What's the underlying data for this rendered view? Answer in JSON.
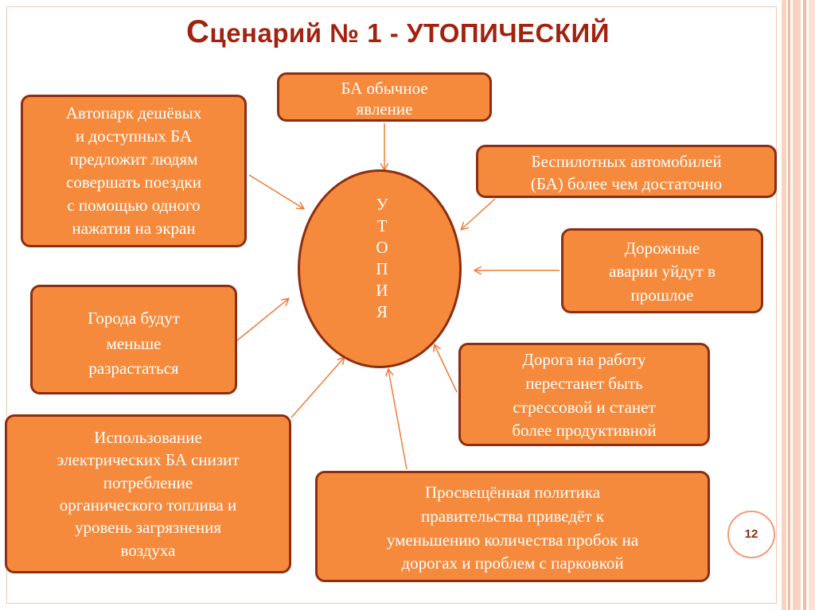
{
  "slide": {
    "title_first": "С",
    "title_rest": "ценарий № 1 - УТОПИЧЕСКИЙ",
    "page_number": "12"
  },
  "center": {
    "letters": [
      "У",
      "Т",
      "О",
      "П",
      "И",
      "Я"
    ]
  },
  "boxes": {
    "top": [
      "БА обычное",
      "явление"
    ],
    "fleet": [
      "Автопарк дешёвых",
      "и доступных БА",
      "предложит людям",
      "совершать поездки",
      "с помощью одного",
      "нажатия на экран"
    ],
    "drones": [
      "Беспилотных автомобилей",
      "(БА) более чем достаточно"
    ],
    "accidents": [
      "Дорожные",
      "аварии уйдут в",
      "прошлое"
    ],
    "cities": [
      "Города будут",
      "меньше",
      "разрастаться"
    ],
    "commute": [
      "Дорога на работу",
      "перестанет быть",
      "стрессовой и станет",
      "более продуктивной"
    ],
    "electric": [
      "Использование",
      "электрических БА снизит",
      "потребление",
      "органического топлива и",
      "уровень загрязнения",
      "воздуха"
    ],
    "policy": [
      "Просвещённая политика",
      "правительства приведёт к",
      "уменьшению количества пробок на",
      "дорогах и проблем с парковкой"
    ]
  },
  "colors": {
    "box_fill": "#f58a3c",
    "box_border": "#8c2e12",
    "title": "#a3220f",
    "arrow": "#f07a3a"
  }
}
